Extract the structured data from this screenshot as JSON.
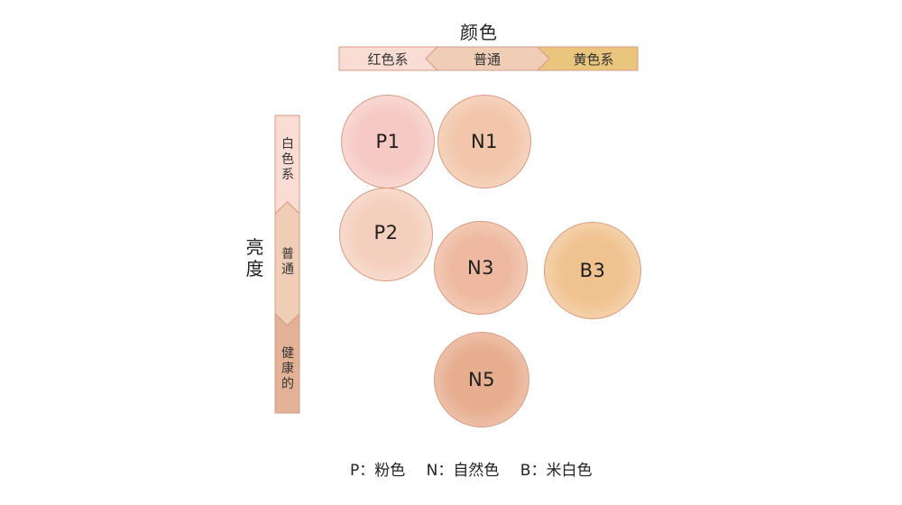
{
  "color_axis": {
    "title": "颜色",
    "segments": [
      "红色系",
      "普通",
      "黄色系"
    ]
  },
  "brightness_axis": {
    "title": "亮度",
    "segments": [
      "白色系",
      "普通",
      "健康的"
    ]
  },
  "swatches": [
    {
      "label": "P1"
    },
    {
      "label": "N1"
    },
    {
      "label": "P2"
    },
    {
      "label": "N3"
    },
    {
      "label": "B3"
    },
    {
      "label": "N5"
    }
  ],
  "legend": [
    "P：粉色",
    "N：自然色",
    "B：米白色"
  ],
  "colors": {
    "red_segment": "#f9dcd4",
    "normal_segment": "#efcdb6",
    "yellow_segment": "#e9c57d",
    "white_segment": "#f9dcd4",
    "healthy_segment": "#e3b195",
    "outline": "#dc9a82",
    "P1": "#f6c9c4",
    "N1": "#f2c6aa",
    "P2": "#f4cfbd",
    "N3": "#eeb9a0",
    "B3": "#f0c290",
    "N5": "#e7ad8f"
  }
}
